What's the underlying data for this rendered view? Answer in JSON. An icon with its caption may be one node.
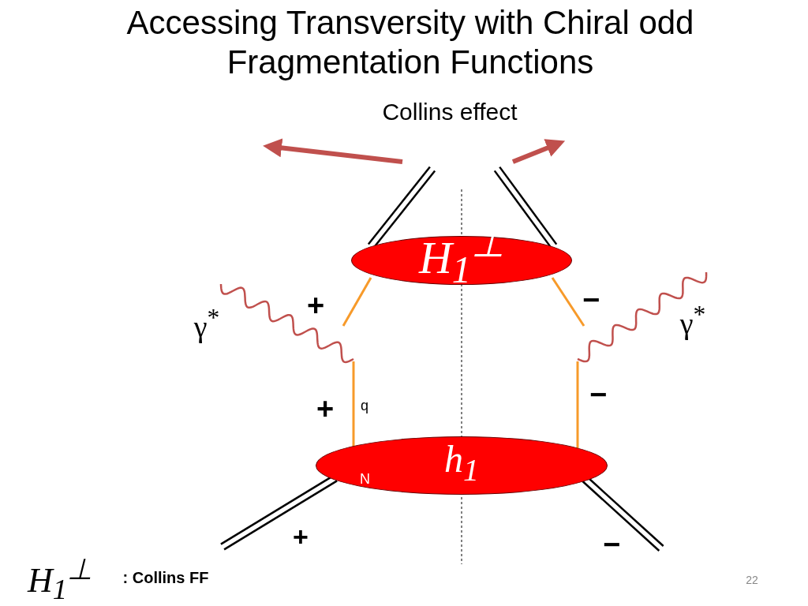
{
  "diagram": {
    "title": "Accessing Transversity with Chiral odd Fragmentation Functions",
    "nodes": [
      {
        "text": [
          "H$_{1}$$^{⊥}$"
        ]
      },
      {
        "text": [
          "N",
          "h$_{1}$"
        ]
      }
    ],
    "edges": [],
    "labels": [
      "Collins effect",
      "γ$^{*}$",
      "+",
      "−",
      "γ$^{*}$",
      "+",
      "q",
      "−",
      "+",
      "−",
      "H$_{1}$$^{⊥}$",
      ": Collins FF",
      "22"
    ]
  }
}
